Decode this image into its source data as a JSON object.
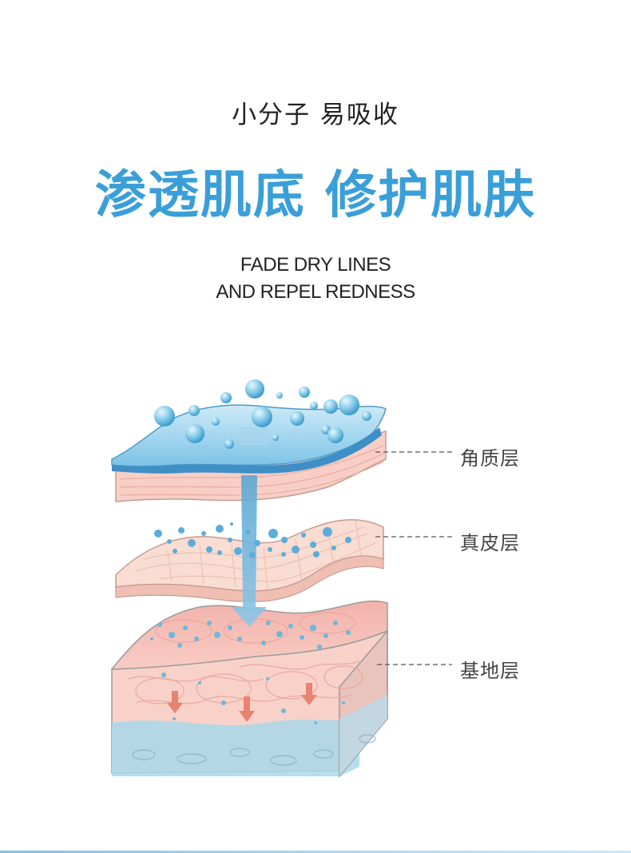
{
  "header": {
    "subtitle": "小分子 易吸收",
    "headline": "渗透肌底 修护肌肤"
  },
  "english": {
    "line1": "FADE DRY LINES",
    "line2": "AND REPEL REDNESS"
  },
  "layers": [
    {
      "label": "角质层"
    },
    {
      "label": "真皮层"
    },
    {
      "label": "基地层"
    }
  ],
  "colors": {
    "headline": "#3a9fd8",
    "water": "#7ec8e8",
    "skin_pink": "#f4b8b0",
    "skin_light": "#fbe1da",
    "base_blue": "#a9d8ea"
  }
}
